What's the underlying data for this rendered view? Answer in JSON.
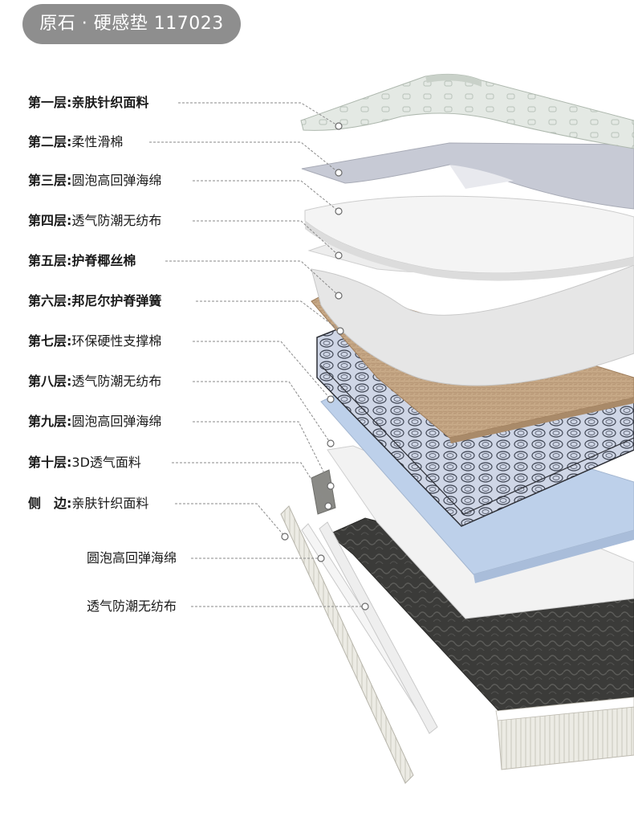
{
  "badge": "原石 · 硬感垫 117023",
  "layers": [
    {
      "prefix": "第一层:",
      "name": "亲肤针织面料",
      "bold": true
    },
    {
      "prefix": "第二层:",
      "name": "柔性滑棉",
      "bold": false
    },
    {
      "prefix": "第三层:",
      "name": "圆泡高回弹海绵",
      "bold": false
    },
    {
      "prefix": "第四层:",
      "name": "透气防潮无纺布",
      "bold": false
    },
    {
      "prefix": "第五层:",
      "name": "护脊椰丝棉",
      "bold": true
    },
    {
      "prefix": "第六层:",
      "name": "邦尼尔护脊弹簧",
      "bold": true
    },
    {
      "prefix": "第七层:",
      "name": "环保硬性支撑棉",
      "bold": false
    },
    {
      "prefix": "第八层:",
      "name": "透气防潮无纺布",
      "bold": false
    },
    {
      "prefix": "第九层:",
      "name": "圆泡高回弹海绵",
      "bold": false
    },
    {
      "prefix": "第十层:",
      "name": "3D透气面料",
      "bold": false
    },
    {
      "prefix": "侧　边:",
      "name": "亲肤针织面料",
      "bold": false
    }
  ],
  "side_layers": [
    {
      "name": "圆泡高回弹海绵"
    },
    {
      "name": "透气防潮无纺布"
    }
  ],
  "colors": {
    "badge_bg": "#8e8e8e",
    "fabric_top": "#e3e8e3",
    "felt": "#c9ccd6",
    "white_layer": "#f3f3f3",
    "coir": "#c7a988",
    "foam_blue": "#bcd0ea",
    "knit_base": "#3a3a38",
    "side_fabric": "#e9e7e0"
  }
}
